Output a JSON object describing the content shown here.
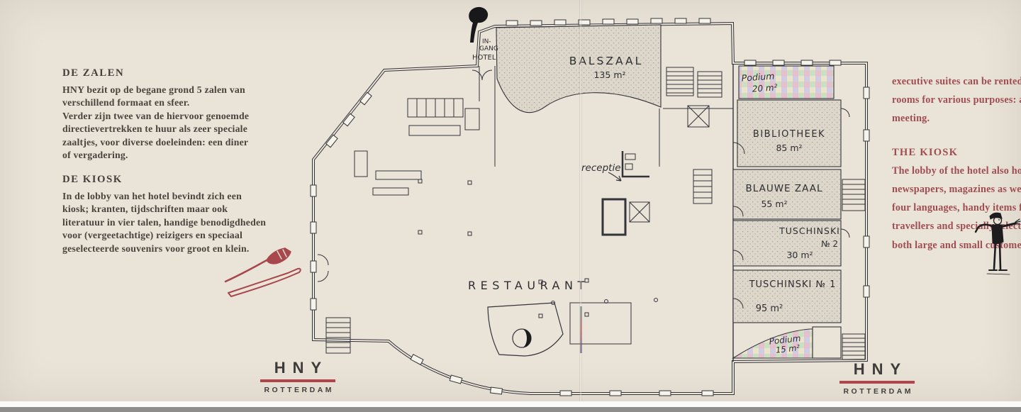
{
  "colors": {
    "paper": "#e9e3d8",
    "plan_ink": "#33333a",
    "dutch_text": "#49443c",
    "english_text": "#a04d52",
    "logo_rule_red": "#b2454b",
    "cutlery_sketch_red": "#a8474c"
  },
  "left_column": {
    "section1": {
      "heading": "DE ZALEN",
      "lines": [
        "HNY bezit op de begane grond 5 zalen van",
        "verschillend formaat en sfeer.",
        "Verder zijn twee van de hiervoor genoemde",
        "directievertrekken te huur als zeer speciale",
        "zaaltjes, voor diverse doeleinden: een diner",
        "of vergadering."
      ]
    },
    "section2": {
      "heading": "DE KIOSK",
      "lines": [
        "In de lobby van het hotel bevindt zich een",
        "kiosk; kranten, tijdschriften maar ook",
        "literatuur in vier talen, handige benodigdheden",
        "voor (vergeetachtige) reizigers en speciaal",
        "geselecteerde souvenirs voor groot en klein."
      ]
    }
  },
  "right_column": {
    "intro_lines": [
      "executive suites can be rented",
      "rooms for various purposes: a",
      "meeting."
    ],
    "heading": "THE KIOSK",
    "body_lines": [
      "The lobby of the hotel also ho",
      "newspapers, magazines as we",
      "four languages, handy items fo",
      "travellers and specially selecte",
      "both large and small custome"
    ]
  },
  "plan": {
    "entrance": {
      "line1": "IN-",
      "line2": "GANG",
      "line3": "HOTEL"
    },
    "rooms": {
      "balszaal": {
        "name": "BALSZAAL",
        "area": "135 m²"
      },
      "podium_top": {
        "name": "Podium",
        "area": "20 m²"
      },
      "bibliotheek": {
        "name": "BIBLIOTHEEK",
        "area": "85 m²"
      },
      "blauwe_zaal": {
        "name": "BLAUWE ZAAL",
        "area": "55 m²"
      },
      "tuschinski_2": {
        "name": "TUSCHINSKI",
        "number": "№ 2",
        "area": "30 m²"
      },
      "tuschinski_1": {
        "name": "TUSCHINSKI № 1",
        "area": "95 m²"
      },
      "podium_bottom": {
        "name": "Podium",
        "area": "15 m²"
      }
    },
    "labels": {
      "reception": "receptie",
      "restaurant": "RESTAURANT"
    }
  },
  "logos": {
    "left": {
      "brand": "HNY",
      "city": "ROTTERDAM"
    },
    "right": {
      "brand": "HNY",
      "city": "ROTTERDAM"
    }
  }
}
